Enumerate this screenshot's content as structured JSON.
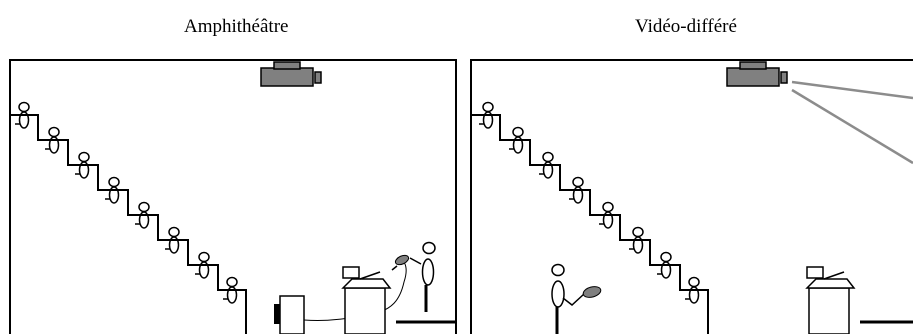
{
  "panels": [
    {
      "title": "Amphithéâtre"
    },
    {
      "title": "Vidéo-différé"
    }
  ],
  "colors": {
    "ink": "#000000",
    "projector": "#808080",
    "projection_beam": "#8c8c8c",
    "paddle": "#7f7f7f",
    "background": "#ffffff"
  },
  "icons": [
    "projector-icon",
    "spectator-figure",
    "lecturer-figure",
    "podium-icon",
    "computer-icon",
    "microphone-icon"
  ]
}
